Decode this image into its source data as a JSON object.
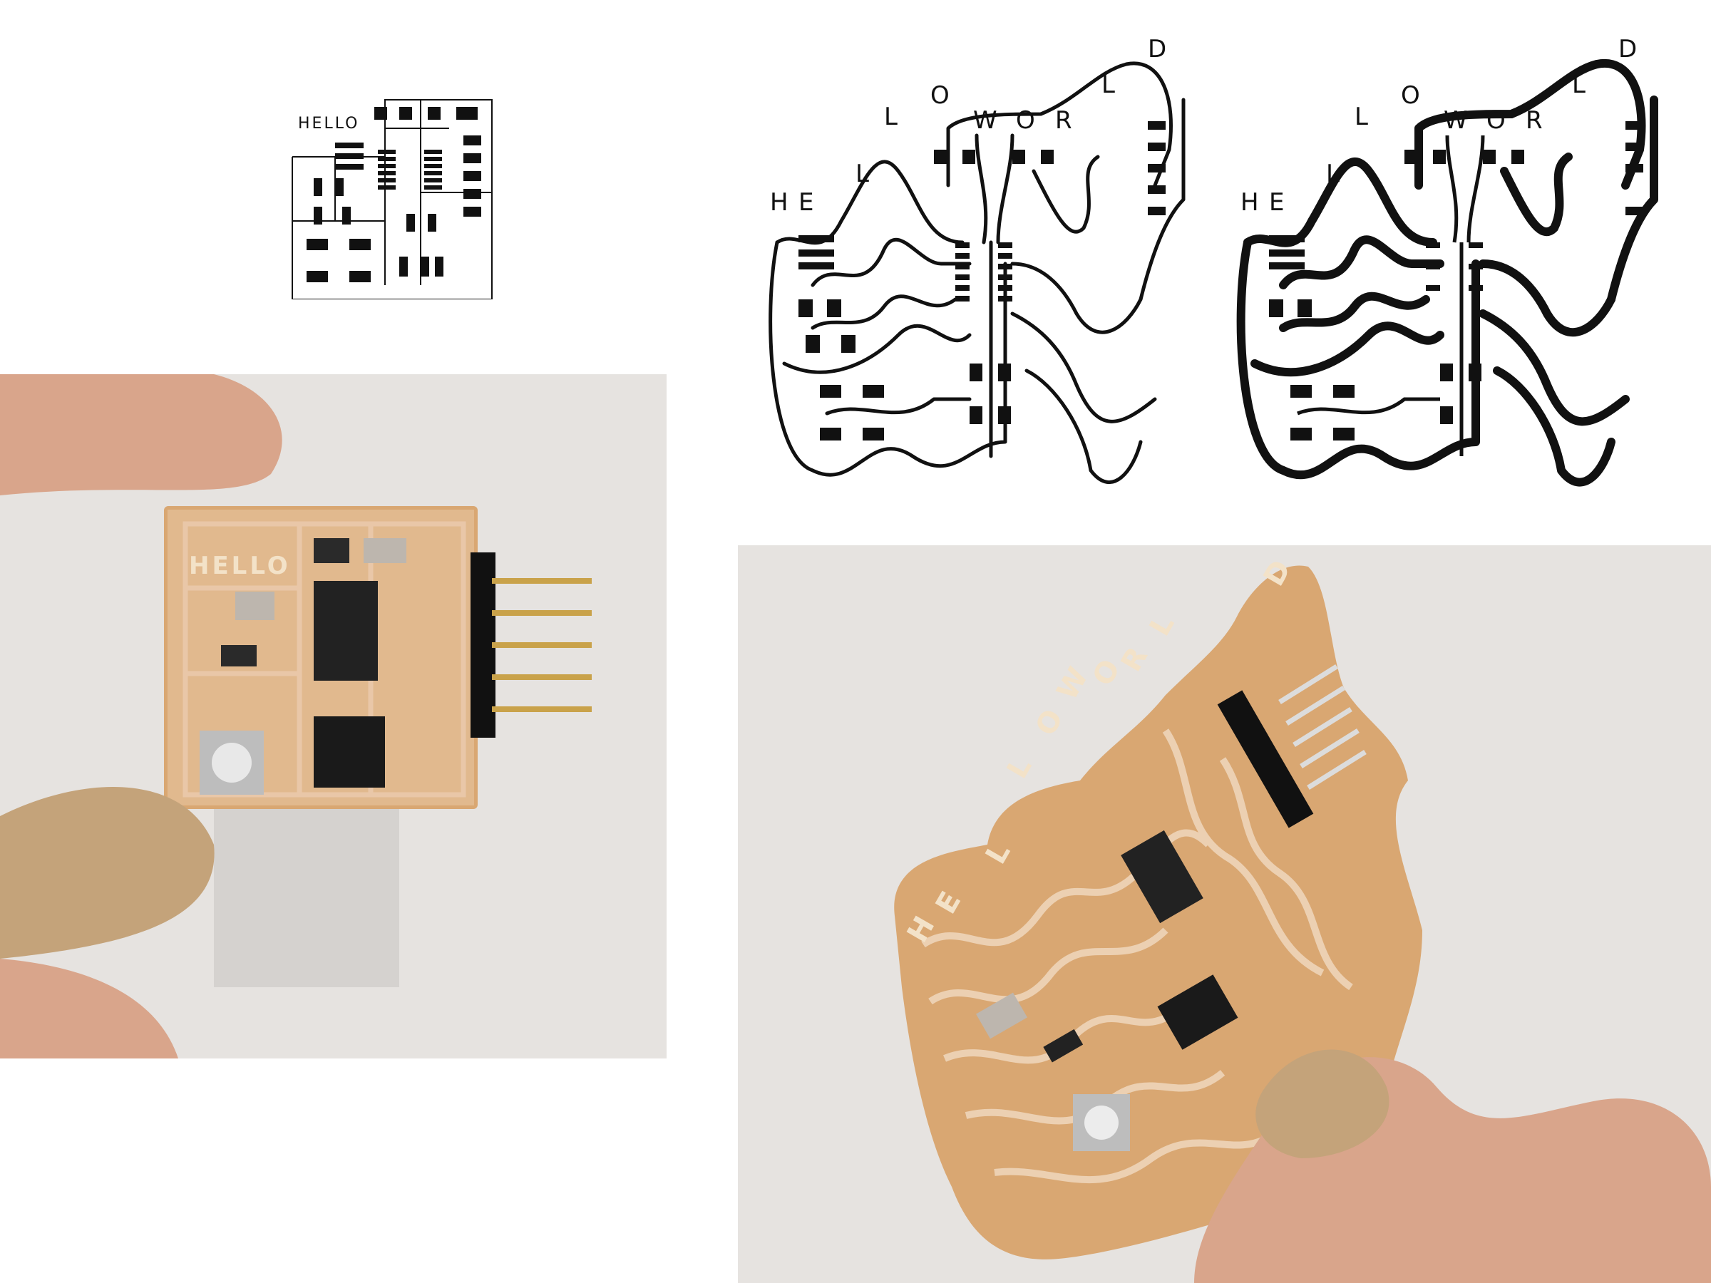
{
  "schematics": {
    "small_label": "HELLO",
    "wiggle_thin_letters": [
      "H",
      "E",
      "L",
      "L",
      "O",
      "W",
      "O",
      "R",
      "L",
      "D"
    ],
    "wiggle_thick_letters": [
      "H",
      "E",
      "L",
      "L",
      "O",
      "W",
      "O",
      "R",
      "L",
      "D"
    ]
  },
  "photos": {
    "left_board_label": "HELLO",
    "right_board_letters": [
      "H",
      "E",
      "L",
      "L",
      "O",
      "W",
      "O",
      "R",
      "L",
      "D"
    ]
  },
  "colors": {
    "ink": "#111111",
    "background": "#ffffff",
    "photo_bg": "#e6e3e0",
    "board_fr1": "#d9a772",
    "copper_trace": "#e9c7a8",
    "skin": "#d9a58b",
    "nail_gold": "#c4a37a"
  }
}
